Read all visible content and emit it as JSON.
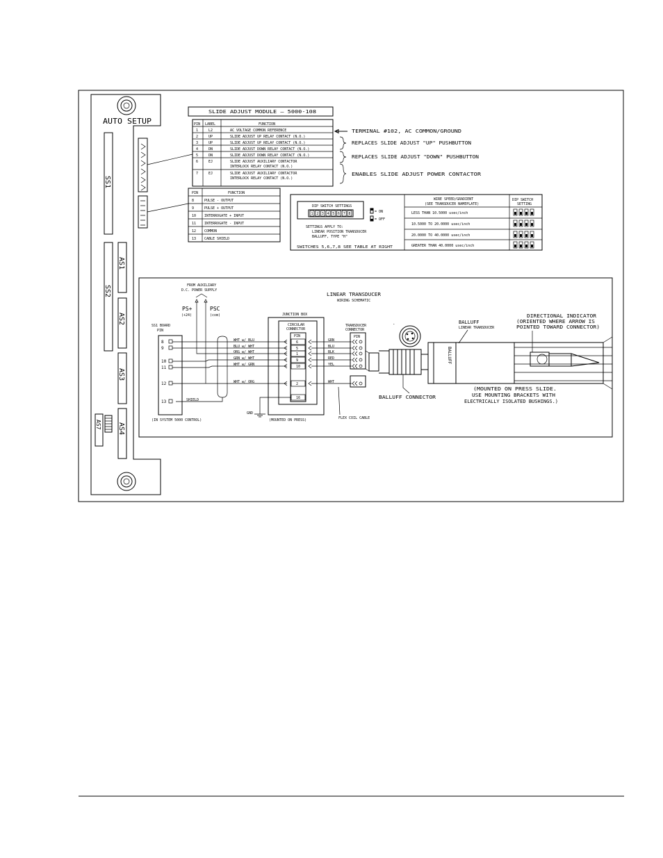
{
  "board": {
    "auto_setup_label": "AUTO SETUP",
    "slots": {
      "ss1": "SS1",
      "ss2": "SS2",
      "as1": "AS1",
      "as2": "AS2",
      "as3": "AS3",
      "as4": "AS4",
      "as7": "AS7"
    }
  },
  "module_table": {
    "title": "SLIDE ADJUST MODULE — 5000-108",
    "headers": [
      "PIN",
      "LABEL",
      "FUNCTION"
    ],
    "rows": [
      {
        "pin": "1",
        "label": "L2",
        "function": "AC VOLTAGE COMMON REFERENCE",
        "function2": ""
      },
      {
        "pin": "2",
        "label": "UP",
        "function": "SLIDE ADJUST UP RELAY CONTACT (N.O.)",
        "function2": ""
      },
      {
        "pin": "3",
        "label": "UP",
        "function": "SLIDE ADJUST UP RELAY CONTACT (N.O.)",
        "function2": ""
      },
      {
        "pin": "4",
        "label": "DN",
        "function": "SLIDE ADJUST DOWN RELAY CONTACT (N.O.)",
        "function2": ""
      },
      {
        "pin": "5",
        "label": "DN",
        "function": "SLIDE ADJUST DOWN RELAY CONTACT (N.O.)",
        "function2": ""
      },
      {
        "pin": "6",
        "label": "EJ",
        "function": "SLIDE ADJUST AUXILIARY CONTACTOR",
        "function2": "INTERLOCK RELAY CONTACT (N.O.)"
      },
      {
        "pin": "7",
        "label": "EJ",
        "function": "SLIDE ADJUST AUXILIARY CONTACTOR",
        "function2": "INTERLOCK RELAY CONTACT (N.O.)"
      }
    ]
  },
  "module_notes": {
    "terminal": "TERMINAL #102, AC COMMON/GROUND",
    "up": "REPLACES SLIDE ADJUST \"UP\" PUSHBUTTON",
    "down": "REPLACES SLIDE ADJUST \"DOWN\" PUSHBUTTON",
    "enable": "ENABLES SLIDE ADJUST POWER CONTACTOR"
  },
  "pulse_table": {
    "headers": [
      "PIN",
      "FUNCTION"
    ],
    "rows": [
      {
        "pin": "8",
        "function": "PULSE - OUTPUT"
      },
      {
        "pin": "9",
        "function": "PULSE + OUTPUT"
      },
      {
        "pin": "10",
        "function": "INTERROGATE + INPUT"
      },
      {
        "pin": "11",
        "function": "INTERROGATE - INPUT"
      },
      {
        "pin": "12",
        "function": "COMMON"
      },
      {
        "pin": "13",
        "function": "CABLE SHIELD"
      }
    ]
  },
  "dip_panel": {
    "title": "DIP SWITCH SETTINGS",
    "on_label": "= ON",
    "off_label": "= OFF",
    "settings_line1": "SETTINGS APPLY TO:",
    "settings_line2": "LINEAR POSITION TRANSDUCER",
    "settings_line3": "BALLUFF, TYPE \"H\"",
    "switches_note": "SWITCHES 5,6,7,8 SEE TABLE AT RIGHT",
    "switch_numbers": [
      "1",
      "2",
      "3",
      "4",
      "5",
      "6",
      "7",
      "8"
    ],
    "speed_header1": "WIRE SPEED/GRADIENT",
    "speed_header2": "(SEE TRANSDUCER NAMEPLATE)",
    "dip_header1": "DIP SWITCH",
    "dip_header2": "SETTING",
    "speed_rows": [
      "LESS THAN 10.5000 usec/inch",
      "10.5000 TO 20.0000 usec/inch",
      "20.0000 TO 40.0000 usec/inch",
      "GREATER THAN 40.0000 usec/inch"
    ]
  },
  "schematic": {
    "title": "LINEAR TRANSDUCER",
    "subtitle": "WIRING SCHEMATIC",
    "aux_power_line1": "FROM AUXILIARY",
    "aux_power_line2": "D.C. POWER SUPPLY",
    "ps_plus": "PS+",
    "ps_plus_value": "(+24)",
    "psc": "PSC",
    "psc_value": "(com)",
    "ss1_board_line1": "SS1 BOARD",
    "ss1_board_line2": "PIN",
    "ss1_pins": [
      "8",
      "9",
      "10",
      "11",
      "12",
      "13"
    ],
    "wire_labels": [
      "WHT w/ BLU",
      "BLU w/ WHT",
      "ORG w/ WHT",
      "GRN w/ WHT",
      "WHT w/ GRN",
      "WHT w/ ORG"
    ],
    "shield_label": "SHIELD",
    "in_system": "(IN SYSTEM 5000 CONTROL)",
    "junction_box": "JUNCTION BOX",
    "circular_connector_line1": "CIRCULAR",
    "circular_connector_line2": "CONNECTOR",
    "pin_header": "PIN",
    "jb_pins": [
      "6",
      "5",
      "1",
      "9",
      "10",
      "2",
      "16"
    ],
    "mounted_on_press": "(MOUNTED ON PRESS)",
    "gnd_label": "GND",
    "transducer_connector_line1": "TRANSDUCER",
    "transducer_connector_line2": "CONNECTOR",
    "transducer_colors": [
      "GRN",
      "BLU",
      "BLK",
      "RED",
      "YEL",
      "WHT"
    ],
    "flex_coil": "FLEX COIL CABLE",
    "balluff_connector": "BALLUFF CONNECTOR",
    "balluff": "BALLUFF",
    "balluff_sub": "LINEAR TRANSDUCER",
    "balluff_body_text": "BALLUFF",
    "directional_line1": "DIRECTIONAL INDICATOR",
    "directional_line2": "(ORIENTED WHERE ARROW IS",
    "directional_line3": "POINTED TOWARD CONNECTOR)",
    "mounted_slide_line1": "(MOUNTED ON PRESS SLIDE.",
    "mounted_slide_line2": "USE MOUNTING BRACKETS WITH",
    "mounted_slide_line3": "ELECTRICALLY ISOLATED BUSHINGS.)"
  }
}
